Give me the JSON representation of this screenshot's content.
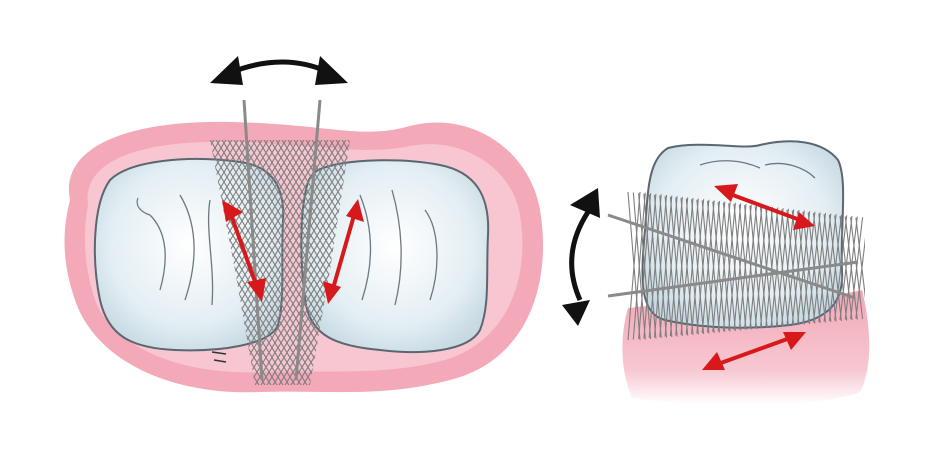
{
  "figure": {
    "panels": [
      {
        "name": "occlusal-view",
        "arrow_count": 3,
        "bristle_directions": 2
      },
      {
        "name": "side-view",
        "arrow_count": 3,
        "bristle_directions": 2
      }
    ],
    "colors": {
      "gum": "#f3a9b8",
      "gum_inner": "#f7c9d2",
      "tooth_fill": "#e3eef3",
      "tooth_outline": "#5b6770",
      "bristle": "#7e7e7e",
      "red_arrow": "#d7191c",
      "black_arrow": "#111111"
    }
  }
}
